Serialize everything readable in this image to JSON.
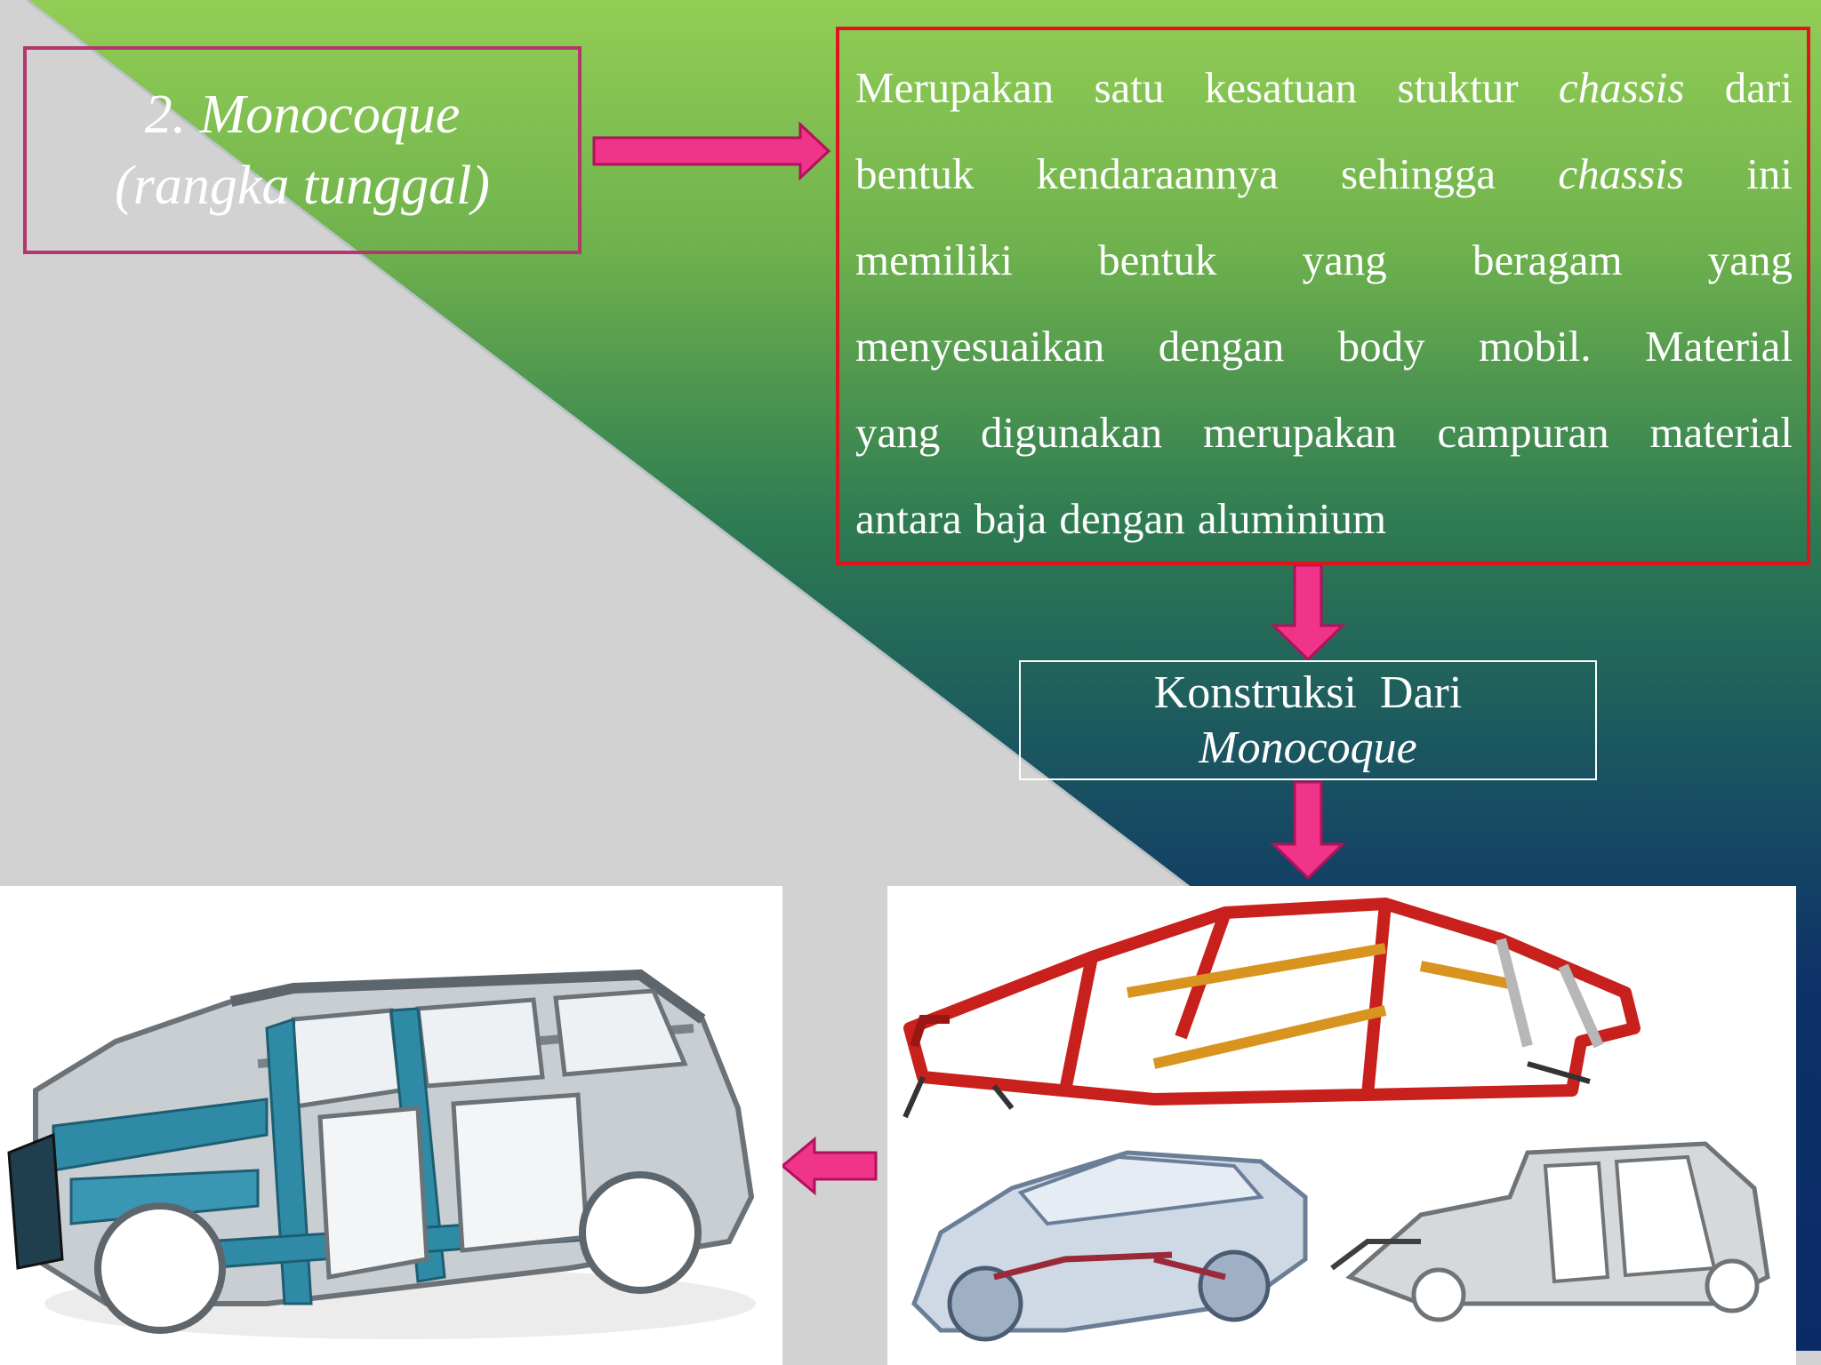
{
  "slide": {
    "title_line1": "2. Monocoque",
    "title_line2": "(rangka tunggal)",
    "description_lines": [
      [
        "Merupakan",
        "satu",
        "kesatuan",
        "stuktur",
        "chassis*",
        "dari"
      ],
      [
        "bentuk",
        "kendaraannya",
        "sehingga",
        "chassis*",
        "ini"
      ],
      [
        "memiliki",
        "bentuk",
        "yang",
        "beragam",
        "yang"
      ],
      [
        "menyesuaikan",
        "dengan",
        "body",
        "mobil.",
        "Material"
      ],
      [
        "yang",
        "digunakan",
        "merupakan",
        "campuran",
        "material"
      ],
      [
        "antara",
        "baja",
        "dengan",
        "aluminium"
      ]
    ],
    "konstruksi_line1": "Konstruksi  Dari",
    "konstruksi_line2": "Monocoque"
  },
  "colors": {
    "gradient_top": "#8fcb55",
    "gradient_mid": "#2f7a52",
    "gradient_bottom": "#0b2a66",
    "grey_triangle": "#d2d2d2",
    "title_border": "#b4366e",
    "description_border": "#e0141e",
    "arrow_pink": "#f0348a",
    "text": "#ffffff",
    "frame_red": "#c8201c",
    "frame_teal": "#2f8aa6"
  },
  "images": {
    "left": "suv-monocoque-body-frame",
    "right_top": "red-sedan-monocoque-frame",
    "right_bottom_left": "transparent-sedan-chassis",
    "right_bottom_right": "grey-wagon-body-in-white"
  }
}
